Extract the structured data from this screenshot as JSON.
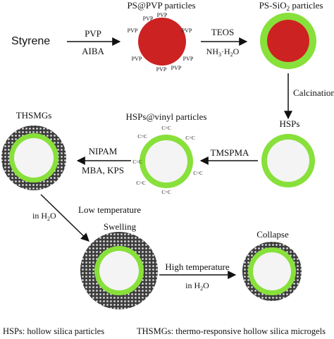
{
  "labels": {
    "styrene": "Styrene",
    "ps_pvp_title": "PS@PVP particles",
    "ps_sio2_title_main": "PS-SiO",
    "ps_sio2_title_sub": "2",
    "ps_sio2_title_tail": " particles",
    "hsps_vinyl_title": "HSPs@vinyl particles",
    "thsmgs_title": "THSMGs",
    "hsps_title": "HSPs",
    "swelling_title": "Swelling",
    "collapse_title": "Collapse"
  },
  "steps": {
    "step1_top": "PVP",
    "step1_bottom": "AIBA",
    "step2_top": "TEOS",
    "step2_bottom_nh": "NH",
    "step2_bottom_3": "3",
    "step2_bottom_h2o": "·H",
    "step2_bottom_2": "2",
    "step2_bottom_o": "O",
    "step3": "Calcination",
    "step4": "TMSPMA",
    "step5_top": "NIPAM",
    "step5_bottom": "MBA, KPS",
    "step6_in": "in H",
    "step6_sub": "2",
    "step6_o": "O",
    "step6_temp": "Low temperature",
    "step7_temp": "High temperature",
    "step7_in": "in H",
    "step7_sub": "2",
    "step7_o": "O"
  },
  "pvp_tags": [
    "PVP",
    "PVP",
    "PVP",
    "PVP",
    "PVP",
    "PVP",
    "PVP",
    "PVP"
  ],
  "vinyl_tag": "C=C",
  "legend": {
    "hsps": "HSPs: hollow silica particles",
    "thsmgs": "THSMGs: thermo-responsive hollow silica microgels"
  },
  "colors": {
    "core_red": "#cc2222",
    "shell_green": "#88e03a",
    "hollow_fill": "#f4f4f4",
    "microgel_dark": "#3a3a3a"
  }
}
